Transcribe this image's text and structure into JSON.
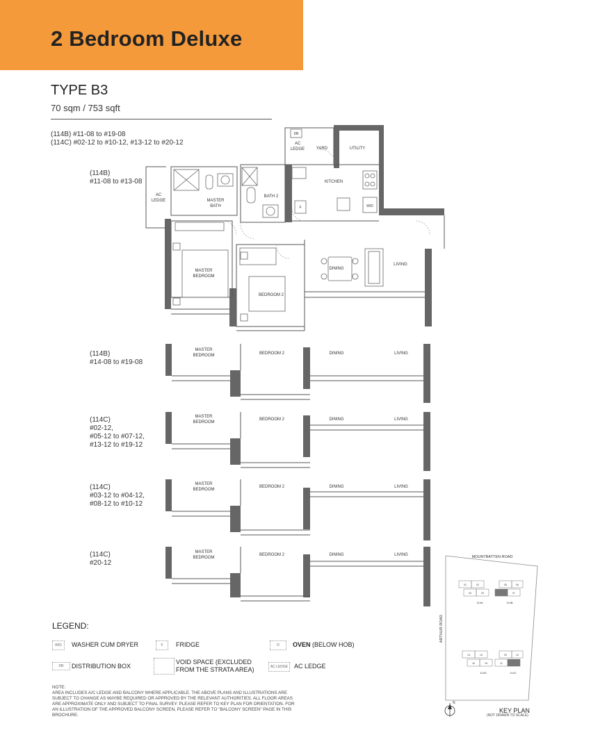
{
  "header": {
    "title": "2 Bedroom Deluxe",
    "type": "TYPE B3",
    "area": "70 sqm / 753 sqft",
    "units_line1": "(114B) #11-08 to #19-08",
    "units_line2": "(114C) #02-12 to #10-12, #13-12 to #20-12"
  },
  "main_plan": {
    "unit_group": [
      "(114B)",
      "#11-08 to #13-08"
    ],
    "rooms": {
      "ac_ledge_1": "AC",
      "ac_ledge_2": "LEDGE",
      "master_bath_1": "MASTER",
      "master_bath_2": "BATH",
      "bath2": "BATH 2",
      "ac_ledge_top_1": "AC",
      "ac_ledge_top_2": "LEDGE",
      "db": "DB",
      "yard": "YARD",
      "utility": "UTILITY",
      "kitchen": "KITCHEN",
      "fridge": "F",
      "washer": "W/D",
      "master_bedroom_1": "MASTER",
      "master_bedroom_2": "BEDROOM",
      "bedroom2": "BEDROOM 2",
      "dining": "DINING",
      "living": "LIVING"
    }
  },
  "variants": [
    {
      "lines": [
        "(114B)",
        "#14-08 to #19-08"
      ]
    },
    {
      "lines": [
        "(114C)",
        "#02-12,",
        "#05-12 to #07-12,",
        "#13-12 to #19-12"
      ]
    },
    {
      "lines": [
        "(114C)",
        "#03-12 to #04-12,",
        "#08-12 to #10-12"
      ]
    },
    {
      "lines": [
        "(114C)",
        "#20-12"
      ]
    }
  ],
  "variant_rooms": {
    "master_1": "MASTER",
    "master_2": "BEDROOM",
    "bedroom2": "BEDROOM 2",
    "dining": "DINING",
    "living": "LIVING"
  },
  "legend": {
    "title": "LEGEND:",
    "wd_code": "W/D",
    "wd_label": "WASHER CUM DRYER",
    "f_code": "F",
    "f_label": "FRIDGE",
    "o_code": "O",
    "oven_bold": "OVEN",
    "oven_rest": " (BELOW HOB)",
    "db_code": "DB",
    "db_label": "DISTRIBUTION BOX",
    "void_line1": "VOID SPACE (EXCLUDED",
    "void_line2": "FROM THE STRATA AREA)",
    "ac_code": "AC LEDGE",
    "ac_label": "AC LEDGE"
  },
  "note": {
    "heading": "NOTE:",
    "lines": [
      "AREA INCLUDES A/C LEDGE AND BALCONY WHERE APPLICABLE. THE ABOVE PLANS AND ILLUSTRATIONS ARE",
      "SUBJECT TO CHANGE AS MAYBE REQUIRED OR APPROVED BY THE RELEVANT AUTHORITIES. ALL FLOOR AREAS",
      "ARE APPROXIMATE ONLY AND SUBJECT TO FINAL SURVEY. PLEASE REFER TO KEY PLAN FOR ORIENTATION. FOR",
      "AN ILLUSTRATION OF THE APPROVED BALCONY SCREEN, PLEASE REFER TO \"BALCONY SCREEN\" PAGE IN THIS",
      "BROCHURE."
    ]
  },
  "key_plan": {
    "road_top": "MOUNTBATTEN ROAD",
    "road_side": "ARTHUR ROAD",
    "blk_114a": "114A",
    "blk_114b": "114B",
    "blk_114d": "114D",
    "blk_114c": "114C",
    "north": "N",
    "title": "KEY PLAN",
    "subtitle": "(NOT DRAWN TO SCALE)",
    "units_a": [
      "01",
      "02",
      "03",
      "04"
    ],
    "units_b": [
      "05",
      "06",
      "07",
      "08"
    ],
    "units_d": [
      "13",
      "14",
      "15",
      "16"
    ],
    "units_c": [
      "09",
      "10",
      "11",
      "12"
    ]
  },
  "colors": {
    "banner": "#f59a3b",
    "wall": "#666666",
    "text": "#222222"
  }
}
